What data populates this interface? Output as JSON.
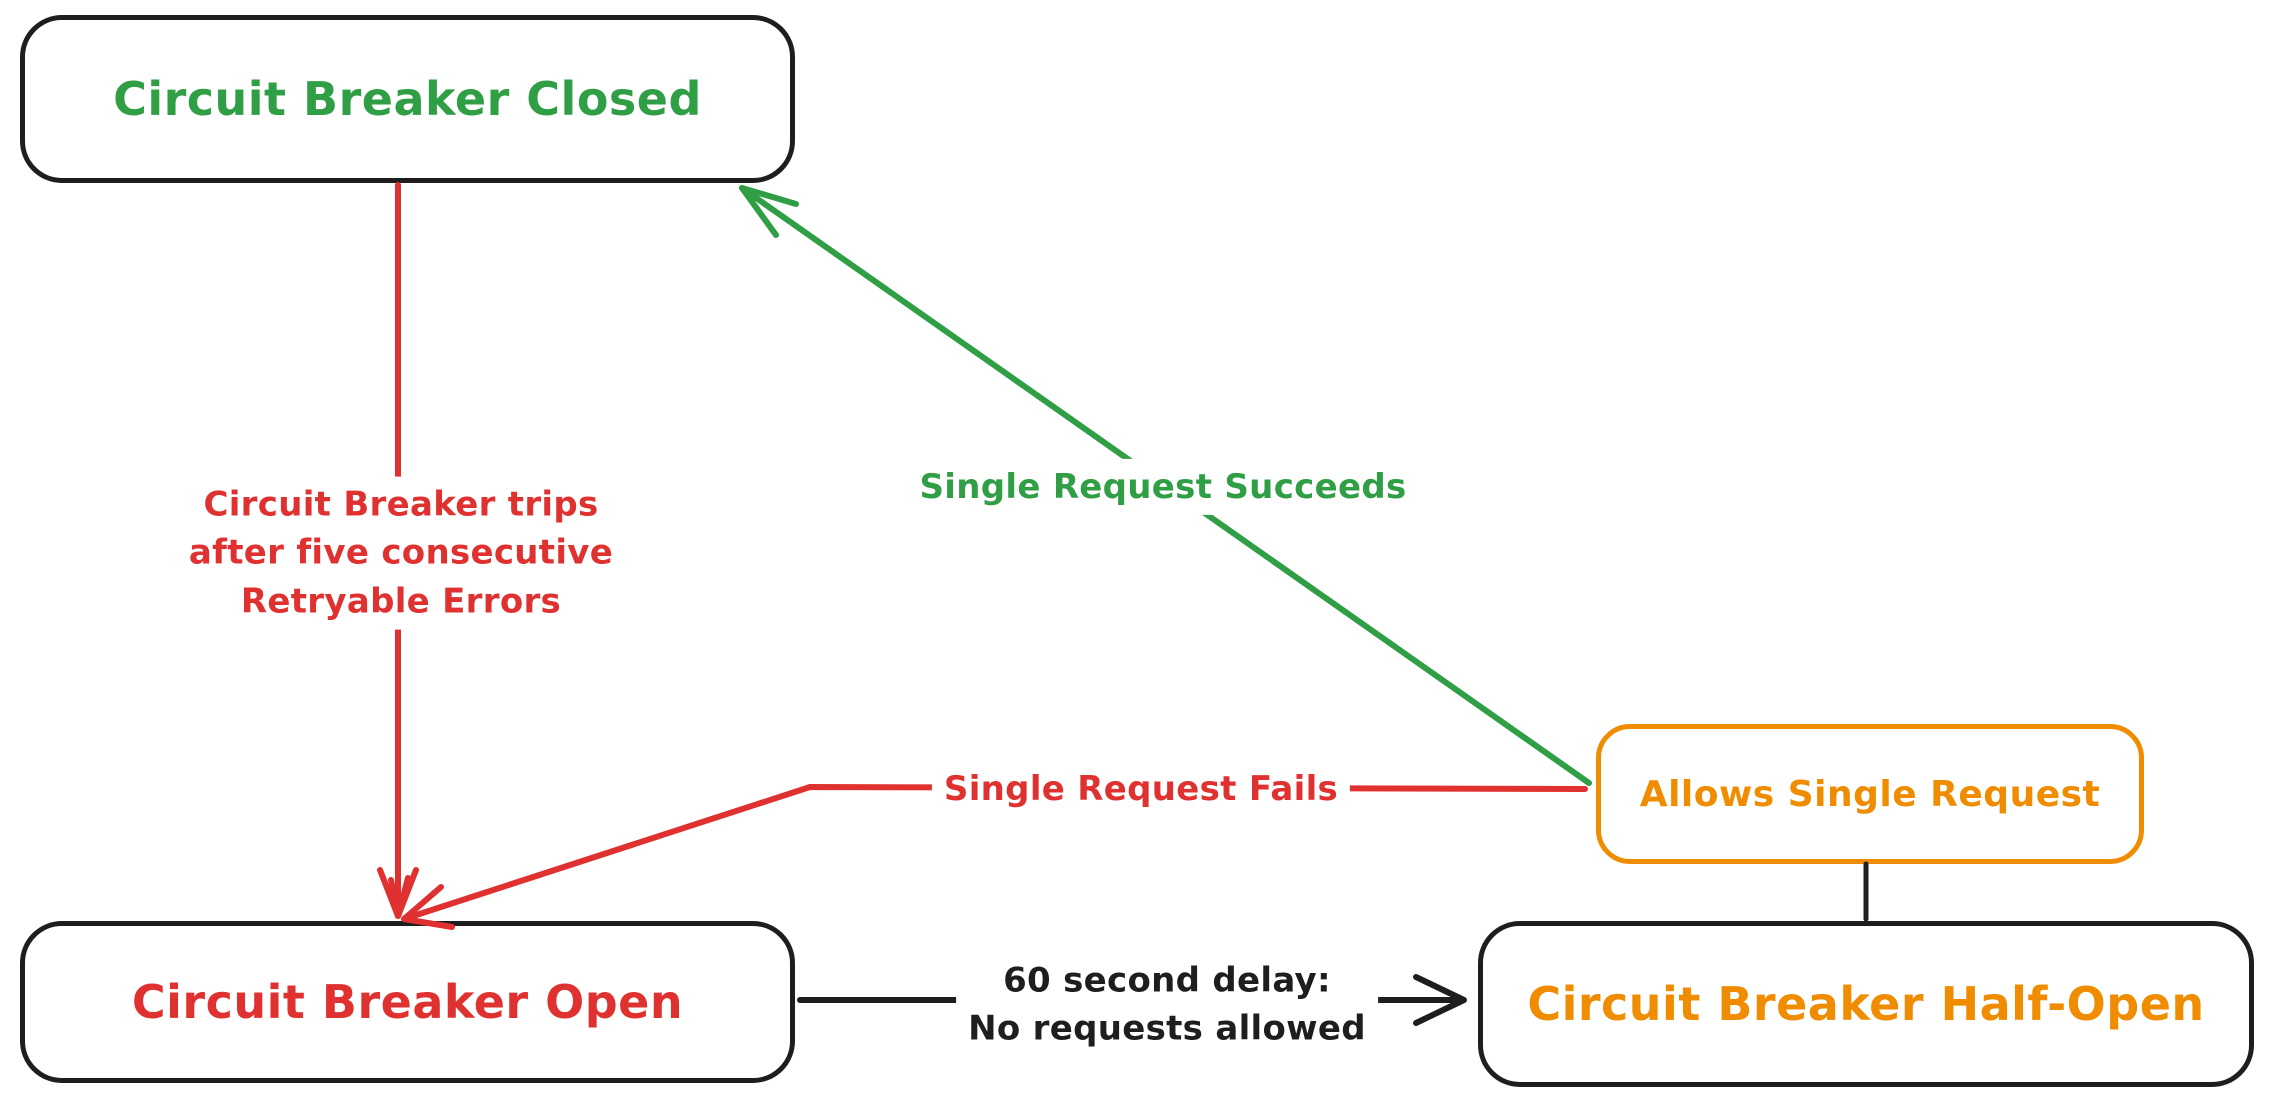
{
  "palette": {
    "green": "#2f9e44",
    "red": "#e03131",
    "orange": "#f08c00",
    "ink": "#1e1e1e",
    "background": "#ffffff"
  },
  "nodes": {
    "closed": {
      "label": "Circuit Breaker Closed",
      "text_color": "#2f9e44",
      "border_color": "#1e1e1e"
    },
    "open": {
      "label": "Circuit Breaker Open",
      "text_color": "#e03131",
      "border_color": "#1e1e1e"
    },
    "half_open": {
      "label": "Circuit Breaker Half-Open",
      "text_color": "#f08c00",
      "border_color": "#1e1e1e"
    },
    "allows_single_request": {
      "label": "Allows Single Request",
      "text_color": "#f08c00",
      "border_color": "#f08c00"
    }
  },
  "edges": {
    "trip": {
      "from": "closed",
      "to": "open",
      "color": "#e03131",
      "lines": [
        "Circuit Breaker trips",
        "after five consecutive",
        "Retryable Errors"
      ]
    },
    "succeeds": {
      "from": "allows_single_request",
      "to": "closed",
      "color": "#2f9e44",
      "label": "Single Request Succeeds"
    },
    "fails": {
      "from": "allows_single_request",
      "to": "open",
      "color": "#e03131",
      "label": "Single Request Fails"
    },
    "delay": {
      "from": "open",
      "to": "half_open",
      "color": "#1e1e1e",
      "lines": [
        "60 second delay:",
        "No requests allowed"
      ]
    },
    "connector": {
      "from": "half_open",
      "to": "allows_single_request",
      "color": "#1e1e1e"
    }
  }
}
